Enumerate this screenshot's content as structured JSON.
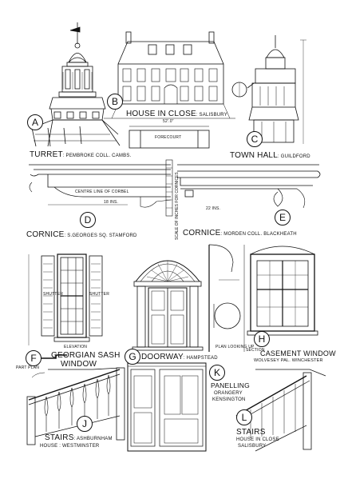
{
  "plates": {
    "A": {
      "letter": "A",
      "title": "TURRET",
      "subtitle": ": PEMBROKE COLL. CAMBS."
    },
    "B": {
      "letter": "B",
      "title": "HOUSE IN CLOSE",
      "subtitle": ": SALISBURY",
      "dim": "52'.0\"",
      "forecourt": "FORECOURT"
    },
    "C": {
      "letter": "C",
      "title": "TOWN HALL",
      "subtitle": ": GUILDFORD"
    },
    "D": {
      "letter": "D",
      "title": "CORNICE",
      "subtitle": ": S.GEORGES SQ. STAMFORD",
      "centre": "CENTRE LINE OF CORBEL",
      "ins": "18 INS."
    },
    "E": {
      "letter": "E",
      "title": "CORNICE",
      "subtitle": ": MORDEN COLL. BLACKHEATH",
      "ins": "22 INS.",
      "scale": "SCALE OF INCHES FOR CORNICES"
    },
    "F": {
      "letter": "F",
      "title": "GEORGIAN SASH",
      "subtitle": "WINDOW",
      "elevation": "ELEVATION",
      "shutter": "SHUTTER",
      "part_plan": "PART PLAN"
    },
    "G": {
      "letter": "G",
      "title": "DOORWAY",
      "subtitle": ": HAMPSTEAD"
    },
    "H": {
      "letter": "H",
      "title": "CASEMENT WINDOW",
      "subtitle": "WOLVESEY PAL. WINCHESTER",
      "plan": "PLAN LOOKING UP",
      "section": "SECTION"
    },
    "J": {
      "letter": "J",
      "title": "STAIRS",
      "subtitle": ": ASHBURNHAM",
      "line2": "HOUSE : WESTMINSTER"
    },
    "K": {
      "letter": "K",
      "title": "PANELLING",
      "subtitle": "ORANGERY",
      "line2": "KENSINGTON"
    },
    "L": {
      "letter": "L",
      "title": "STAIRS",
      "subtitle": "HOUSE IN CLOSE",
      "line2": "SALISBURY"
    }
  },
  "ink_color": "#111111",
  "paper_color": "#ffffff"
}
